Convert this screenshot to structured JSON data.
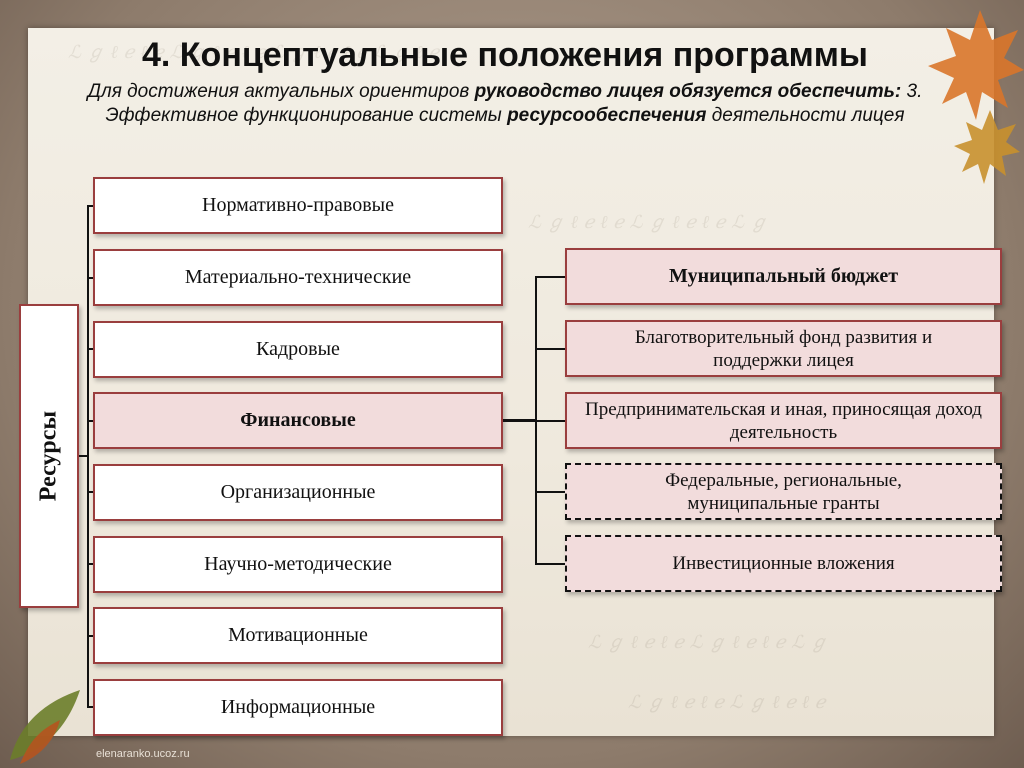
{
  "title": "4. Концептуальные положения программы",
  "subtitle": {
    "part1": "Для достижения актуальных ориентиров ",
    "part2": "руководство лицея обязуется обеспечить:",
    "part3": " 3. Эффективное функционирование системы ",
    "part4": "ресурсообеспечения",
    "part5": " деятельности лицея"
  },
  "root": "Ресурсы",
  "resources": [
    "Нормативно-правовые",
    "Материально-технические",
    "Кадровые",
    "Финансовые",
    "Организационные",
    "Научно-методические",
    "Мотивационные",
    "Информационные"
  ],
  "financial_sources": [
    "Муниципальный бюджет",
    "Благотворительный фонд развития и поддержки лицея",
    "Предпринимательская и иная, приносящая доход деятельность",
    "Федеральные, региональные, муниципальные гранты",
    "Инвестиционные вложения"
  ],
  "footer": "elenaranko.ucoz.ru",
  "colors": {
    "box_border": "#9a3e3e",
    "highlight_fill": "#f2dcdc",
    "text": "#111111"
  }
}
